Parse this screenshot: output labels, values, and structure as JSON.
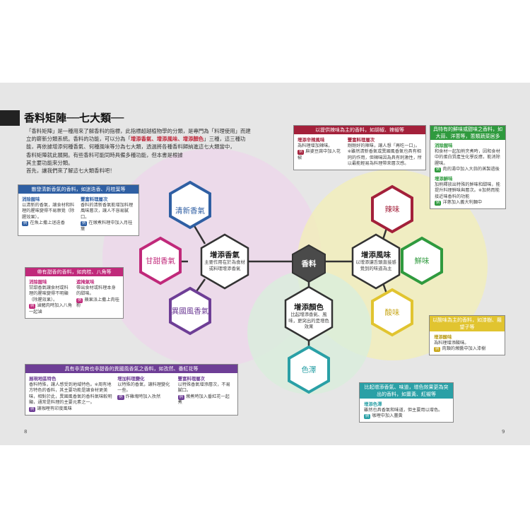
{
  "header": {
    "title": "香料矩陣──七大類──"
  },
  "intro": {
    "line1a": "「香料矩陣」是一種用來了解香料的指標，此指標超越植物學的分類，是專門為「料理使用」而建",
    "line2": "立的嶄新分類系統。香料的功能，可以分為「",
    "line2hl": "增添香氣、增添風味、增添顏色",
    "line2b": "」三種，這三種功",
    "line3": "能，再依據增添何種香氣、何種風味等分為七大類，透過將各種香料歸納進這七大類當中，",
    "line4": "香料矩陣就此展開。有些香料可能同時具備多種功能，但本書是根據",
    "line5": "其主要功能來分類。",
    "line6": "首先，讓我們來了解這七大類香料吧！"
  },
  "hexes": {
    "center": "香料",
    "aroma_title": "增添香氣",
    "aroma_desc": "主要作用在於為食材或料理增添香氣",
    "flavor_title": "增添風味",
    "flavor_desc": "以增添讓舌頭直接感覺到的味道為主",
    "color_title": "增添顏色",
    "color_desc": "比起增添香氣、風味，更突出的是增色效果",
    "fresh": "清新香氣",
    "sweet": "甘甜香氣",
    "exotic": "異國風香氣",
    "spicy": "辣味",
    "umami": "鮮味",
    "sour": "酸味",
    "hue": "色澤"
  },
  "boxes": {
    "fresh": {
      "head": "散發清新香氣的香料，如迷迭香、月桂葉等",
      "c1_title": "消除腥味",
      "c1_body": "以清新的香氣，讓食材和料理的腥味變得不易察覺（除腥效果）。",
      "c1_tag": "例",
      "c1_ex": "在魚上撒上迷迭香",
      "c2_title": "豐富料理層次",
      "c2_body": "香料的清新香氣能增加料理風味層次，讓人不容易膩口。",
      "c2_tag": "例",
      "c2_ex": "在燉煮料理中加入月桂葉"
    },
    "sweet": {
      "head": "帶有甜香的香料，如肉桂、八角等",
      "c1_title": "消除腥味",
      "c1_body": "甘甜香氣讓食材或料理的腥味變得不明顯（除腥效果）。",
      "c1_tag": "例",
      "c1_ex": "滷豬肉時加入八角一起滷",
      "c2_title": "遮掩氣味",
      "c2_body": "帶出食材或料理本身的甜味。",
      "c2_tag": "例",
      "c2_ex": "蘋果派上撒上肉桂粉"
    },
    "exotic": {
      "head": "具有非清爽也非甜香的異國風香氣之香料，如孜然、番紅花等",
      "c1_title": "展現地區特色",
      "c1_body": "香料特殊，讓人感受到地域特色。※周有地方特色的香料，其主要功能是讓食材更美味，相對於此，異國風香氣的香料氣味較明顯，通常是料理的主要元素之一。",
      "c1_tag": "例",
      "c1_ex": "讓咖哩有印度風味",
      "c2_title": "增加料理變化",
      "c2_body": "以特殊的香氣，讓料理變化一些。",
      "c2_tag": "例",
      "c2_ex": "炸雞塊時加入孜然",
      "c3_title": "豐富料理層次",
      "c3_body": "以特殊香氣增添層次，不易膩口。",
      "c3_tag": "例",
      "c3_ex": "燉煮時加入番紅花一起煮"
    },
    "spicy": {
      "head": "以提供辣味為主的香料，如胡椒、辣椒等",
      "c1_title": "增添辛辣風味",
      "c1_body": "為料理增加辣味。",
      "c1_tag": "例",
      "c1_ex": "麻婆豆腐中加入花椒",
      "c2_title": "豐富料理層次",
      "c2_body": "剛剛好的辣味，讓人想「再吃一口」。※雖然清新香氣或異國風香氣也具有相同的作用，但辣味因為具有刺激性，所以最能輕易為料理帶來層次感。",
      "c2_tag": "",
      "c2_ex": ""
    },
    "umami": {
      "head": "具特有的鮮味或甜味之香料，如大蒜、洋蔥等，蔥類蔬菜居多",
      "c1_title": "消除腥味",
      "c1_body": "和食材一起加熱烹煮時，因和食材中的蛋白質產生化學反應，能消除腥味。",
      "c1_tag": "例",
      "c1_ex": "肉的湯中加入大蒜的蒸製過後",
      "c2_title": "增添鮮味",
      "c2_body": "加熱釋放出特殊的鮮味和甜味，能提升料理鮮味與層次。※加熱而能接近味香料的功能",
      "c2_tag": "例",
      "c2_ex": "洋蔥加入義大利麵中"
    },
    "sour": {
      "head": "以酸味為主的香料，如漆樹、羅望子等",
      "c1_title": "增添酸味",
      "c1_body": "為料理增添酸味。",
      "c1_tag": "例",
      "c1_ex": "肉類的燉醬中加入漆樹"
    },
    "hue": {
      "head": "比起增添香氣、味道，增色效果更為突出的香料，如薑黃、紅椒等",
      "c1_title": "增添色澤",
      "c1_body": "雖然也具香氣和味道，但主要用以增色。",
      "c1_tag": "例",
      "c1_ex": "咖哩中加入薑黃"
    }
  },
  "page_numbers": {
    "left": "8",
    "right": "9"
  },
  "colors": {
    "center": "#4a4a4a",
    "fresh": "#2f5fa3",
    "sweet": "#c0297a",
    "exotic": "#6e3e96",
    "spicy": "#a3203a",
    "umami": "#2f9a3e",
    "sour": "#e1c430",
    "hue": "#2aa0a6"
  }
}
